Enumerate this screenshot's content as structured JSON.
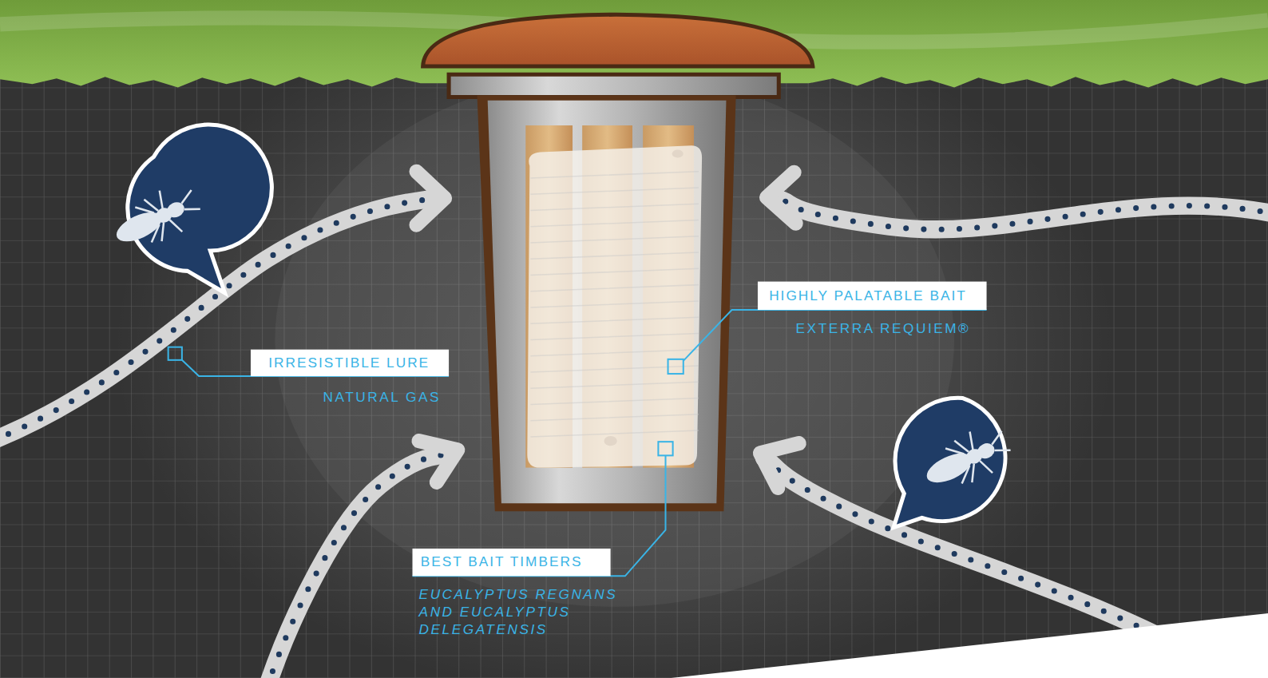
{
  "diagram": {
    "nodes": [
      {
        "text": [
          "HIGHLY PALATABLE BAIT",
          "EXTERRA REQUIEM®"
        ]
      },
      {
        "text": [
          "IRRESISTIBLE LURE",
          "NATURAL GAS"
        ]
      },
      {
        "text": [
          "BEST BAIT TIMBERS",
          "EUCALYPTUS REGNANS AND EUCALYPTUS DELEGATENSIS"
        ]
      }
    ]
  }
}
